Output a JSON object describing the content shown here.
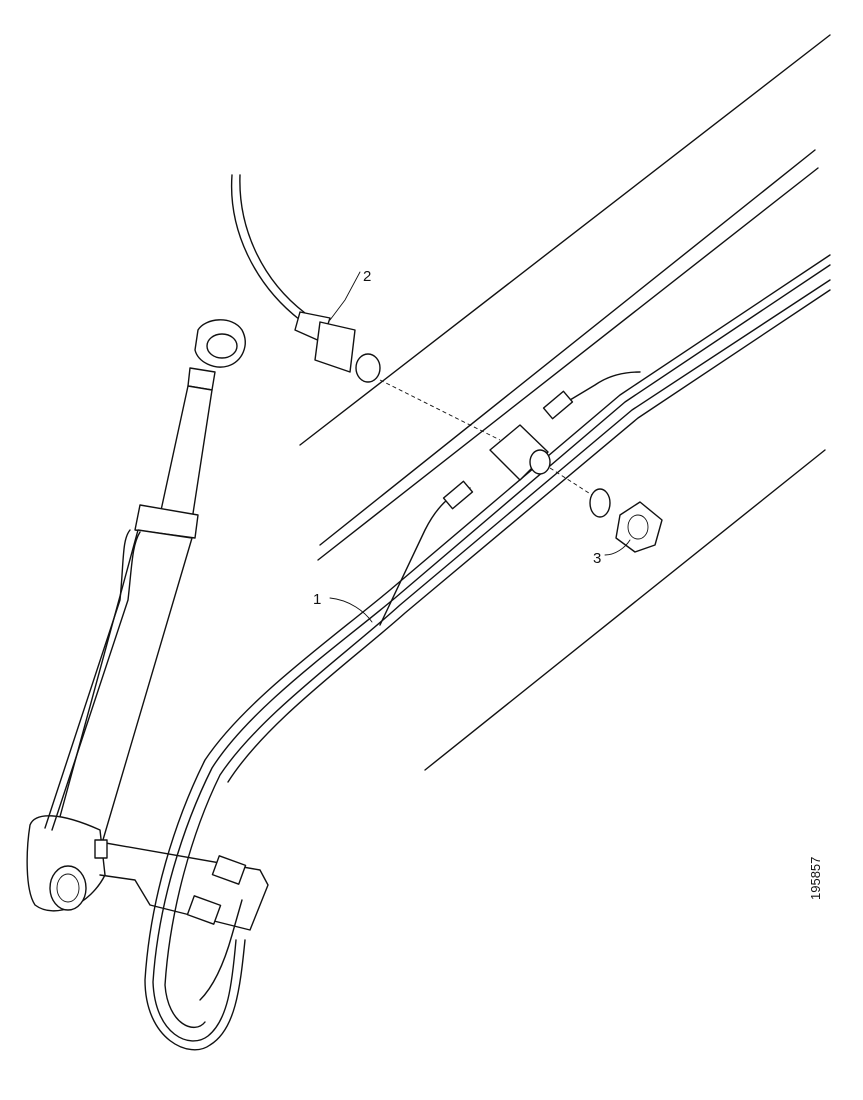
{
  "callouts": [
    {
      "id": "1",
      "label": "1"
    },
    {
      "id": "2",
      "label": "2"
    },
    {
      "id": "3",
      "label": "3"
    }
  ],
  "reference_number": "195857"
}
